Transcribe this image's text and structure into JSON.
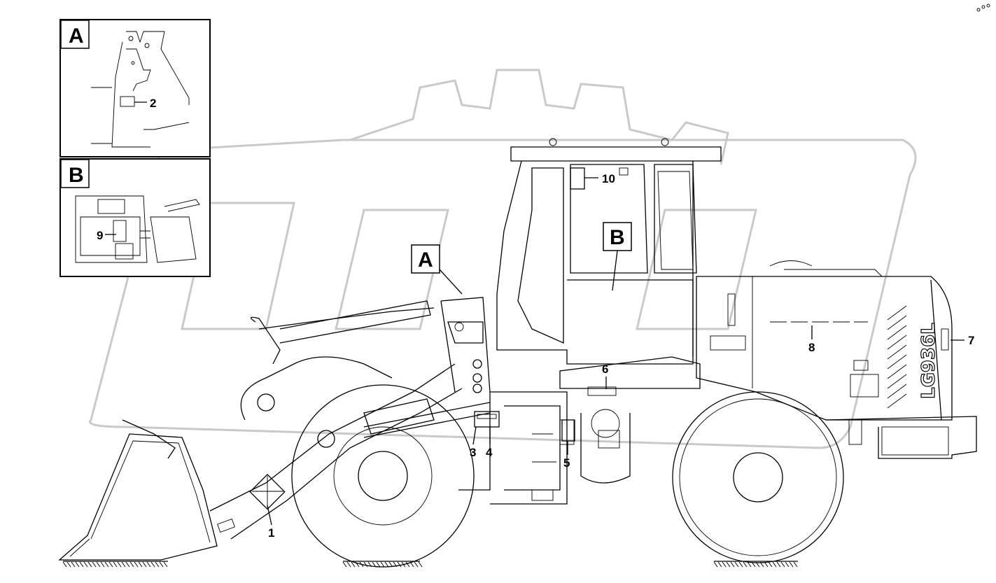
{
  "callouts": {
    "c1": "1",
    "c2": "2",
    "c3": "3",
    "c4": "4",
    "c5": "5",
    "c6": "6",
    "c7": "7",
    "c8": "8",
    "c9": "9",
    "c10": "10"
  },
  "detail_views": {
    "a": "A",
    "b": "B"
  },
  "view_markers": {
    "a": "A",
    "b": "B"
  },
  "model_badge": "LG936L"
}
